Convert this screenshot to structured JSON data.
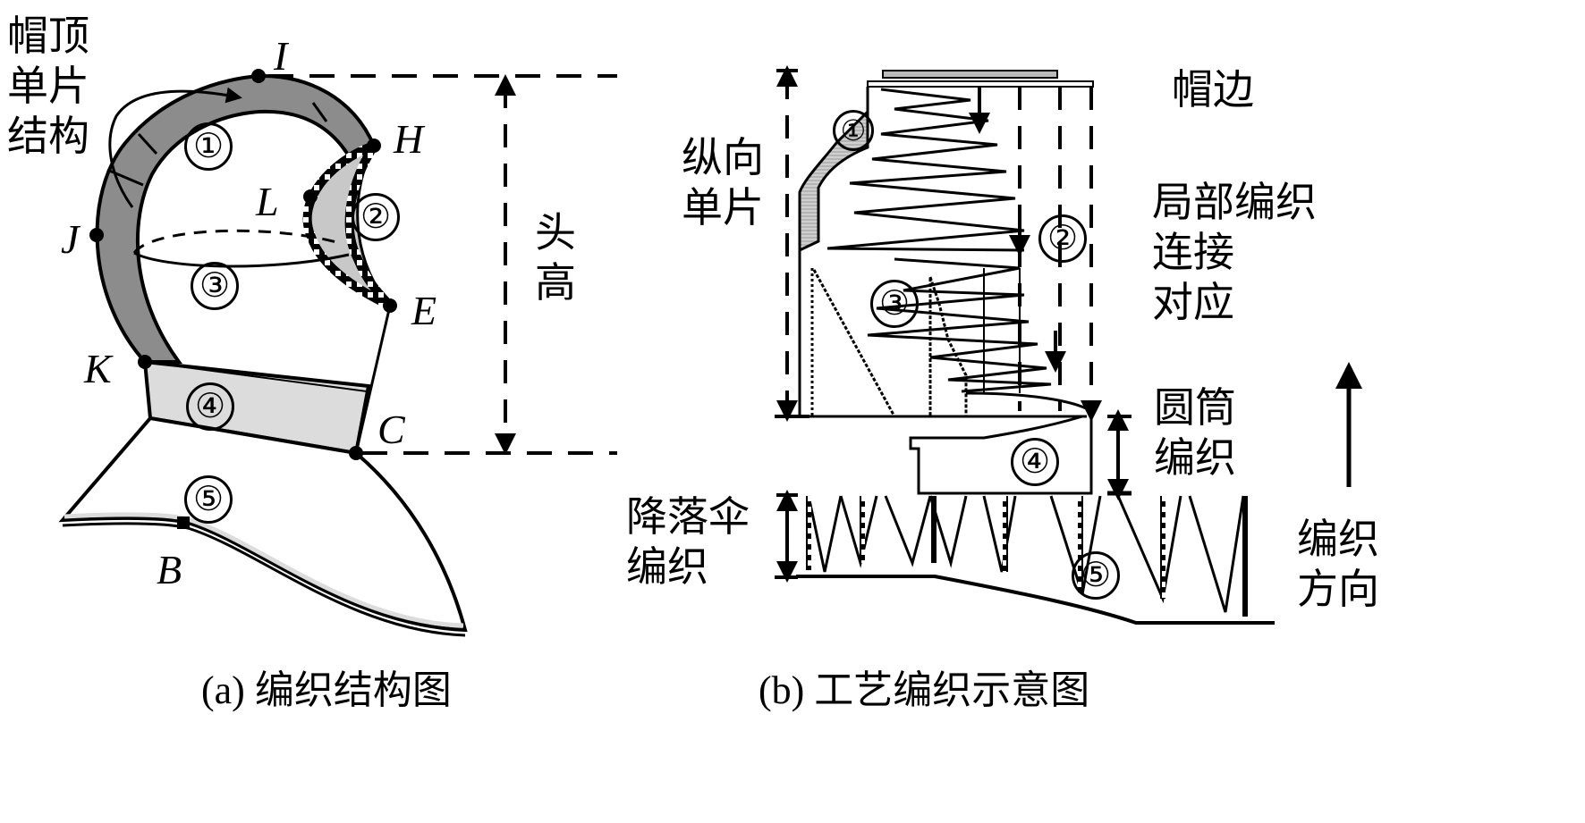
{
  "figure_a": {
    "caption": "(a) 编织结构图",
    "labels": {
      "crown_single_piece": "帽顶\n单片\n结构",
      "head_height": "头\n高"
    },
    "points": [
      "I",
      "H",
      "L",
      "J",
      "E",
      "K",
      "C",
      "B"
    ],
    "regions": [
      "①",
      "②",
      "③",
      "④",
      "⑤"
    ]
  },
  "figure_b": {
    "caption": "(b) 工艺编织示意图",
    "labels": {
      "hat_edge": "帽边",
      "longitudinal_single_piece": "纵向\n单片",
      "local_knitting_connection": "局部编织\n连接\n对应",
      "tube_knitting": "圆筒\n编织",
      "parachute_knitting": "降落伞\n编织",
      "knitting_direction": "编织\n方向"
    },
    "regions": [
      "①",
      "②",
      "③",
      "④",
      "⑤"
    ]
  },
  "colors": {
    "dark_band": "#8c8c8c",
    "light_band": "#dcdcdc",
    "line": "#000000",
    "background": "#ffffff"
  }
}
